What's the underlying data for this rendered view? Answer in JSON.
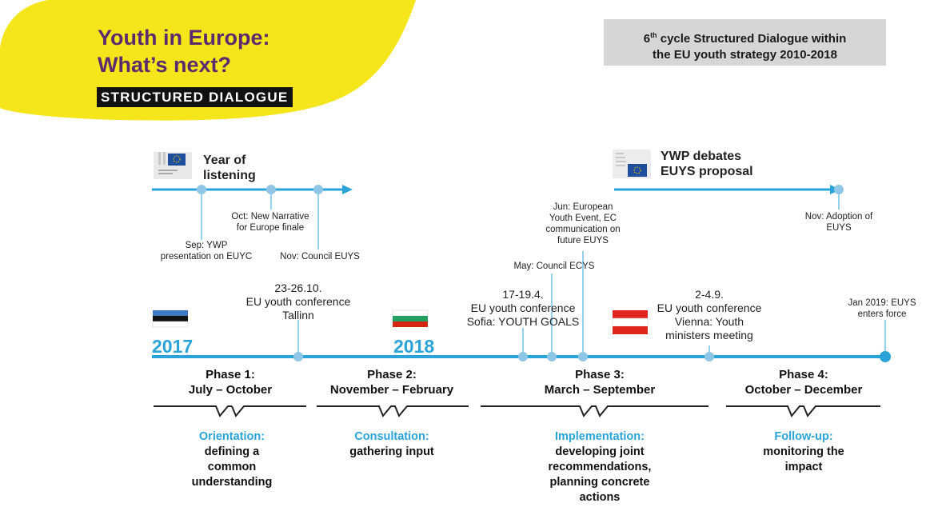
{
  "header": {
    "title_line1": "Youth in Europe:",
    "title_line2": "What’s next?",
    "subtitle": "STRUCTURED DIALOGUE",
    "cycle_line1_pre": "6",
    "cycle_line1_sup": "th",
    "cycle_line1_post": " cycle Structured Dialogue within",
    "cycle_line2": "the EU youth strategy 2010-2018"
  },
  "colors": {
    "accent": "#2aa3d8",
    "title_purple": "#5b2b6e",
    "highlight_yellow": "#f5e61c",
    "cycle_box": "#d6d6d6"
  },
  "top_left": {
    "heading_line1": "Year of",
    "heading_line2": "listening",
    "events": [
      {
        "line1": "Sep: YWP",
        "line2": "presentation on EUYC"
      },
      {
        "line1": "Oct: New Narrative",
        "line2": "for Europe finale"
      },
      {
        "line1": "Nov: Council EUYS",
        "line2": ""
      }
    ]
  },
  "top_right": {
    "heading_line1": "YWP debates",
    "heading_line2": "EUYS proposal",
    "events": [
      {
        "line1": "Nov: Adoption of",
        "line2": "EUYS"
      }
    ]
  },
  "mid_events": {
    "jun": {
      "line1": "Jun: European",
      "line2": "Youth Event, EC",
      "line3": "communication on",
      "line4": "future EUYS"
    },
    "may": "May: Council ECYS",
    "jan": {
      "line1": "Jan 2019: EUYS",
      "line2": "enters force"
    }
  },
  "conferences": [
    {
      "line1": "23-26.10.",
      "line2": "EU youth conference",
      "line3": "Tallinn"
    },
    {
      "line1": "17-19.4.",
      "line2": "EU youth conference",
      "line3": "Sofia: YOUTH GOALS"
    },
    {
      "line1": "2-4.9.",
      "line2": "EU youth conference",
      "line3": "Vienna: Youth",
      "line4": "ministers meeting"
    }
  ],
  "years": [
    "2017",
    "2018"
  ],
  "phases": [
    {
      "name": "Phase 1:",
      "period": "July – October",
      "goal": "Orientation:",
      "desc": [
        "defining a",
        "common",
        "understanding"
      ]
    },
    {
      "name": "Phase 2:",
      "period": "November – February",
      "goal": "Consultation:",
      "desc": [
        "gathering input"
      ]
    },
    {
      "name": "Phase 3:",
      "period": "March – September",
      "goal": "Implementation:",
      "desc": [
        "developing joint",
        "recommendations,",
        "planning concrete",
        "actions"
      ]
    },
    {
      "name": "Phase 4:",
      "period": "October – December",
      "goal": "Follow-up:",
      "desc": [
        "monitoring the",
        "impact"
      ]
    }
  ]
}
